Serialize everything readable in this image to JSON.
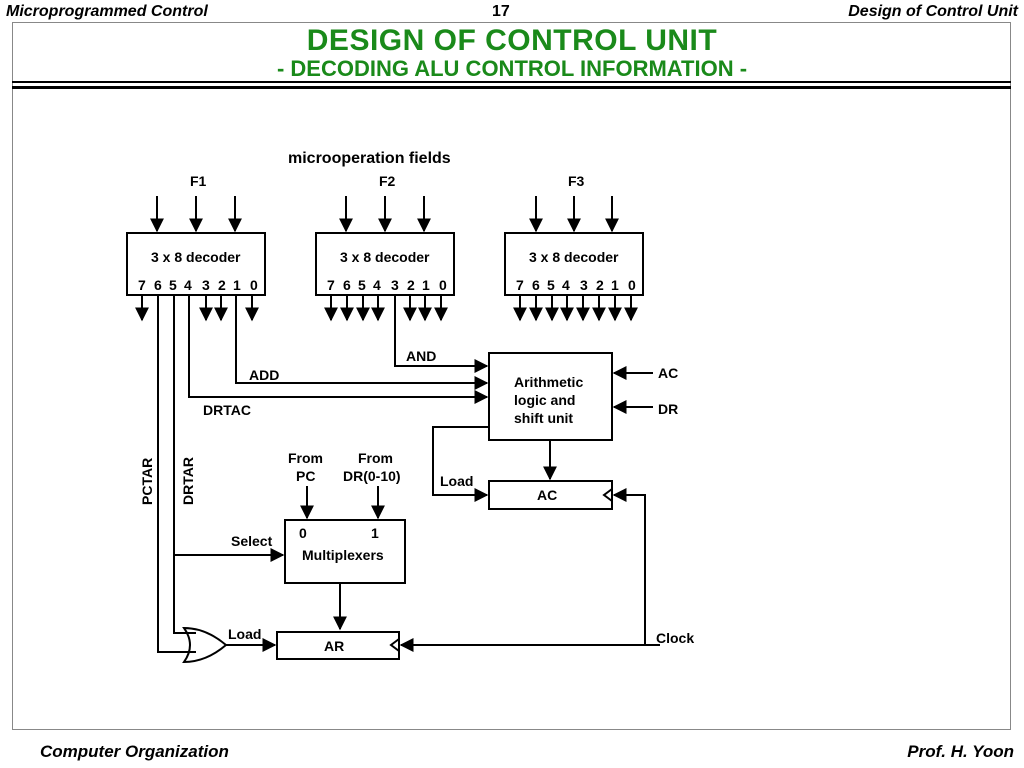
{
  "header": {
    "left": "Microprogrammed Control",
    "page_number": "17",
    "right": "Design of Control Unit"
  },
  "title": {
    "main": "DESIGN  OF  CONTROL  UNIT",
    "sub": "- DECODING  ALU CONTROL INFORMATION -"
  },
  "diagram": {
    "fields_label": "microoperation fields",
    "field_names": [
      "F1",
      "F2",
      "F3"
    ],
    "decoder_label": "3 x 8 decoder",
    "decoder_outputs": [
      "7",
      "6",
      "5",
      "4",
      "3",
      "2",
      "1",
      "0"
    ],
    "signals": {
      "and": "AND",
      "add": "ADD",
      "drtac": "DRTAC",
      "pctar": "PCTAR",
      "drtar": "DRTAR",
      "select": "Select",
      "load_ac": "Load",
      "load_ar": "Load",
      "clock": "Clock"
    },
    "alu": {
      "line1": "Arithmetic",
      "line2": "logic and",
      "line3": "shift unit"
    },
    "alu_inputs": [
      "AC",
      "DR"
    ],
    "ac_register": "AC",
    "ar_register": "AR",
    "mux": {
      "label": "Multiplexers",
      "input0": "0",
      "input1": "1",
      "from_pc_1": "From",
      "from_pc_2": "PC",
      "from_dr_1": "From",
      "from_dr_2": "DR(0-10)"
    }
  },
  "footer": {
    "left": "Computer Organization",
    "right": "Prof.  H. Yoon"
  }
}
